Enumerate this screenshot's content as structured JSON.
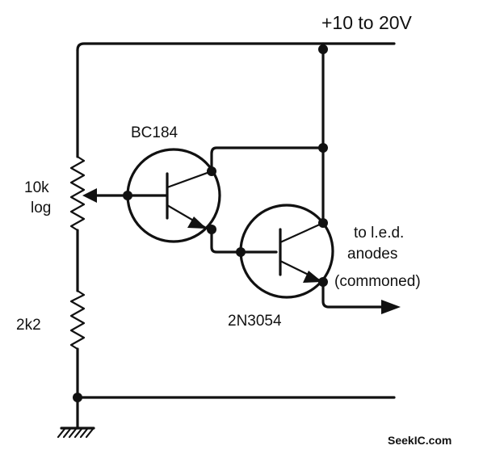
{
  "labels": {
    "supply": "+10 to 20V",
    "transistor1": "BC184",
    "transistor2": "2N3054",
    "pot_value": "10k",
    "pot_taper": "log",
    "resistor": "2k2",
    "output_line1": "to l.e.d.",
    "output_line2": "anodes",
    "output_line3": "(commoned)",
    "watermark": "SeekIC.com"
  }
}
